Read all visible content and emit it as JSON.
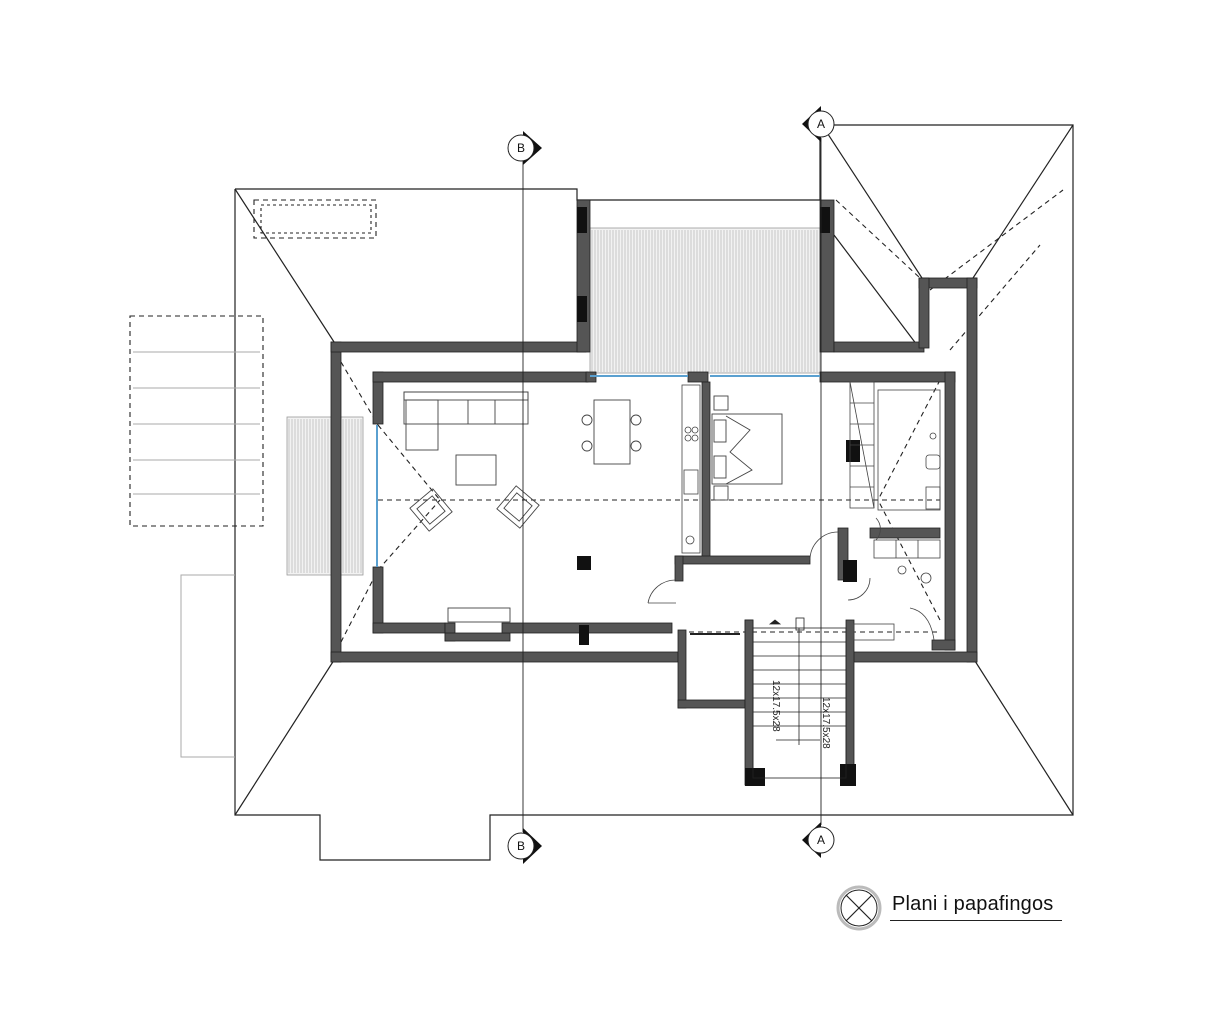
{
  "drawing": {
    "title": "Plani i papafingos",
    "sections": {
      "a_top": "A",
      "a_bottom": "A",
      "b_top": "B",
      "b_bottom": "B"
    },
    "stairs": {
      "flight_1": "12x17.5x28",
      "flight_2": "12x17.5x28"
    },
    "colors": {
      "wall": "#555555",
      "line": "#222222",
      "glass": "#5aa0d0",
      "hatch": "#bbbbbb"
    }
  }
}
